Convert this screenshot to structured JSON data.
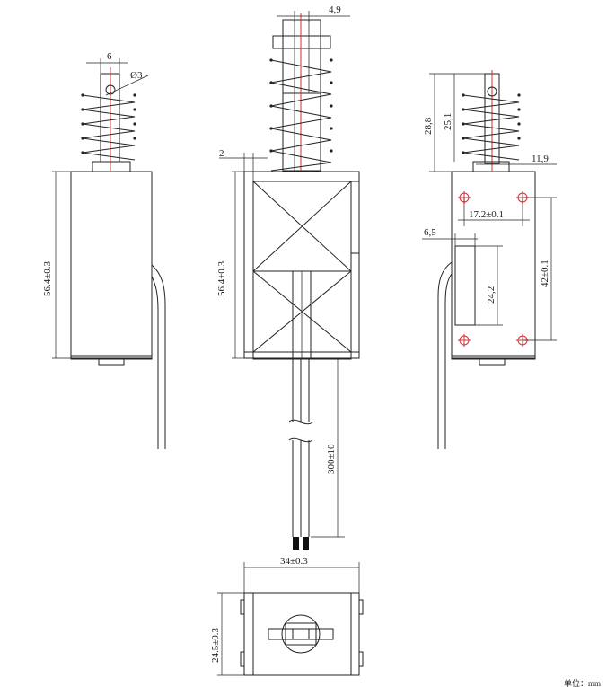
{
  "dimensions": {
    "side_pin_width": "6",
    "side_hole_dia": "Ø3",
    "side_height": "56.4±0.3",
    "front_top_width": "4,9",
    "front_wall": "2",
    "front_height": "56.4±0.3",
    "lead_length": "300±10",
    "right_total": "28,8",
    "right_spring": "25,1",
    "right_plunger_off": "11,9",
    "right_hole_span_x": "17.2±0.1",
    "right_tab_offset": "6,5",
    "right_tab_height": "24,2",
    "right_hole_span_y": "42±0.1",
    "bottom_width": "34±0.3",
    "bottom_depth": "24.5±0.3"
  },
  "footer": "单位：mm"
}
